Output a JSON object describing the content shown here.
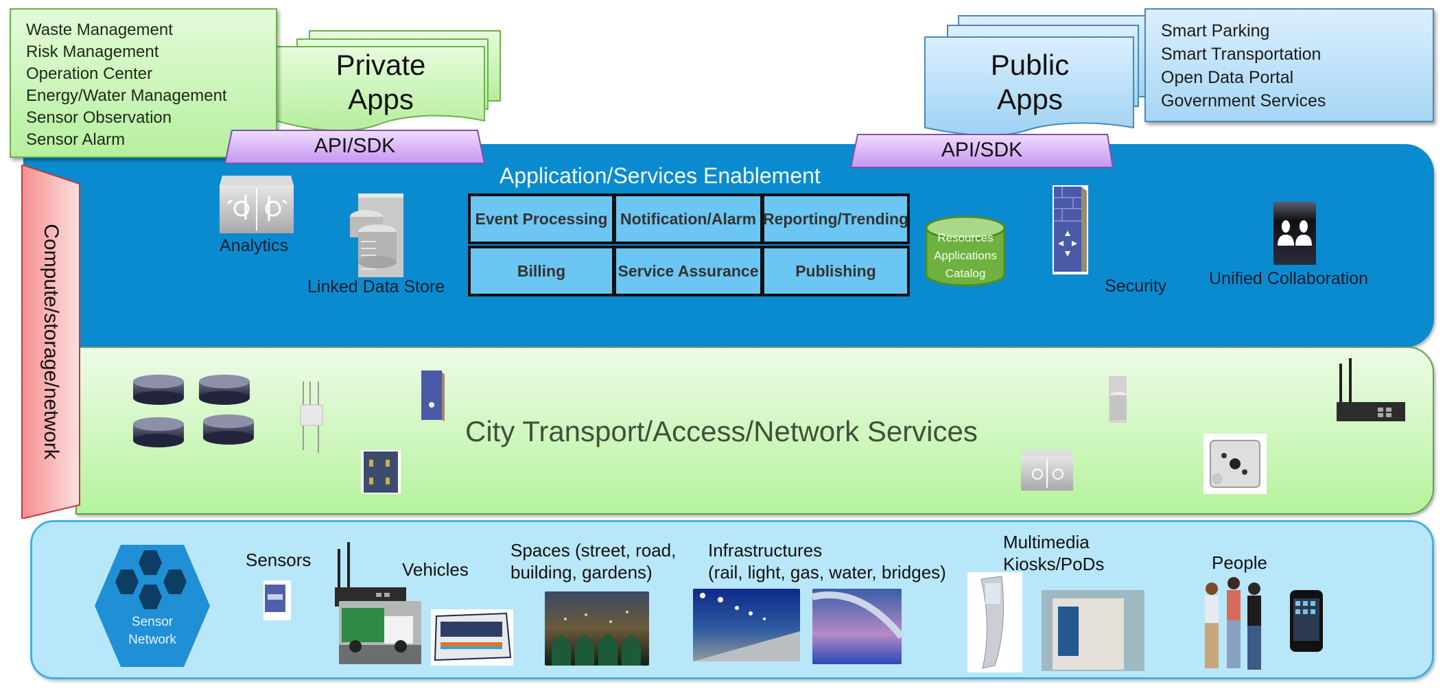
{
  "private_apps": {
    "title": "Private Apps",
    "items": [
      "Waste Management",
      "Risk Management",
      "Operation Center",
      "Energy/Water Management",
      "Sensor Observation",
      "Sensor Alarm"
    ],
    "api_label": "API/SDK"
  },
  "public_apps": {
    "title": "Public Apps",
    "items": [
      "Smart Parking",
      "Smart Transportation",
      "Open Data Portal",
      "Government Services"
    ],
    "api_label": "API/SDK"
  },
  "side_bar": {
    "label": "Compute/storage/network",
    "color": "#f79a9a"
  },
  "enablement_layer": {
    "title": "Application/Services  Enablement",
    "color": "#0a8bd0",
    "components": {
      "analytics": "Analytics",
      "linked_data_store": "Linked Data Store",
      "security": "Security",
      "unified_collaboration": "Unified Collaboration",
      "catalog": [
        "Resources",
        "Applications",
        "Catalog"
      ]
    },
    "services_grid": [
      [
        "Event Processing",
        "Notification/Alarm",
        "Reporting/Trending"
      ],
      [
        "Billing",
        "Service Assurance",
        "Publishing"
      ]
    ]
  },
  "transport_layer": {
    "title": "City Transport/Access/Network  Services",
    "icons": [
      "router-icon",
      "router-icon",
      "router-icon",
      "router-icon",
      "access-point-icon",
      "firewall-icon",
      "switch-icon",
      "storage-icon",
      "analytics-module-icon",
      "outdoor-access-point-icon",
      "wireless-router-icon"
    ]
  },
  "edge_layer": {
    "sensor_network": [
      "Sensor",
      "Network"
    ],
    "categories": [
      {
        "label": "Sensors"
      },
      {
        "label": "Vehicles"
      },
      {
        "label": "Spaces (street, road, building, gardens)"
      },
      {
        "label": "Infrastructures (rail, light, gas, water, bridges)"
      },
      {
        "label": "Multimedia Kiosks/PoDs"
      },
      {
        "label": "People"
      }
    ],
    "text_lines": {
      "spaces": [
        "Spaces (street, road,",
        "building, gardens)"
      ],
      "infra": [
        "Infrastructures",
        "(rail, light, gas, water, bridges)"
      ],
      "kiosks": [
        "Multimedia",
        "Kiosks/PoDs"
      ]
    }
  }
}
